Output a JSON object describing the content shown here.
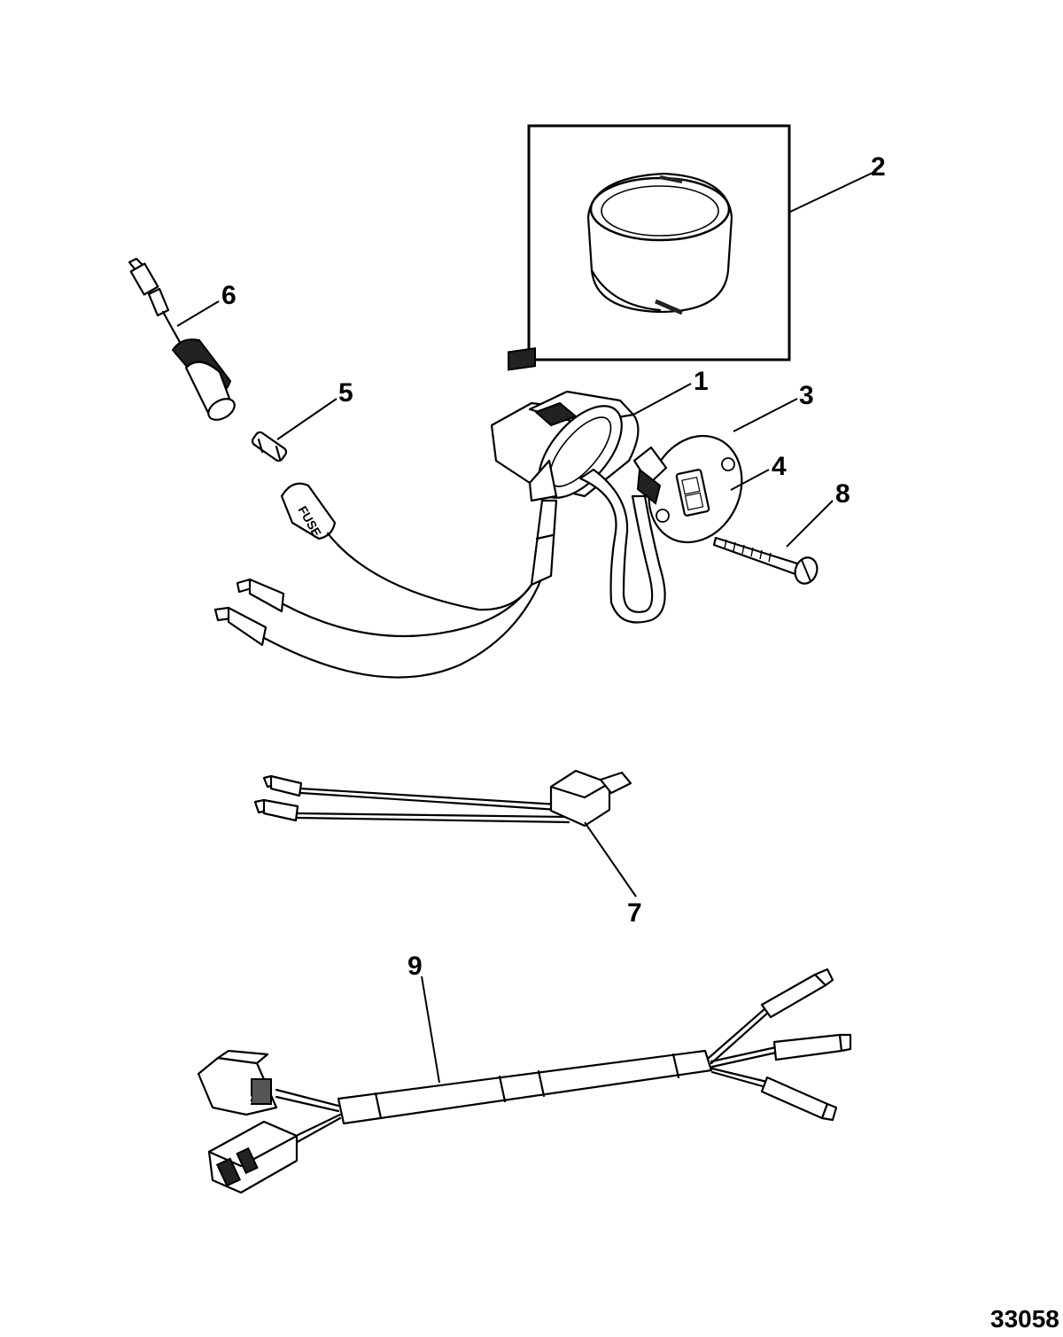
{
  "figure_number": "33058",
  "callouts": [
    {
      "id": "1",
      "label": "1"
    },
    {
      "id": "2",
      "label": "2"
    },
    {
      "id": "3",
      "label": "3"
    },
    {
      "id": "4",
      "label": "4"
    },
    {
      "id": "5",
      "label": "5"
    },
    {
      "id": "6",
      "label": "6"
    },
    {
      "id": "7",
      "label": "7"
    },
    {
      "id": "8",
      "label": "8"
    },
    {
      "id": "9",
      "label": "9"
    }
  ],
  "fuse_holder_text": "FUSE"
}
